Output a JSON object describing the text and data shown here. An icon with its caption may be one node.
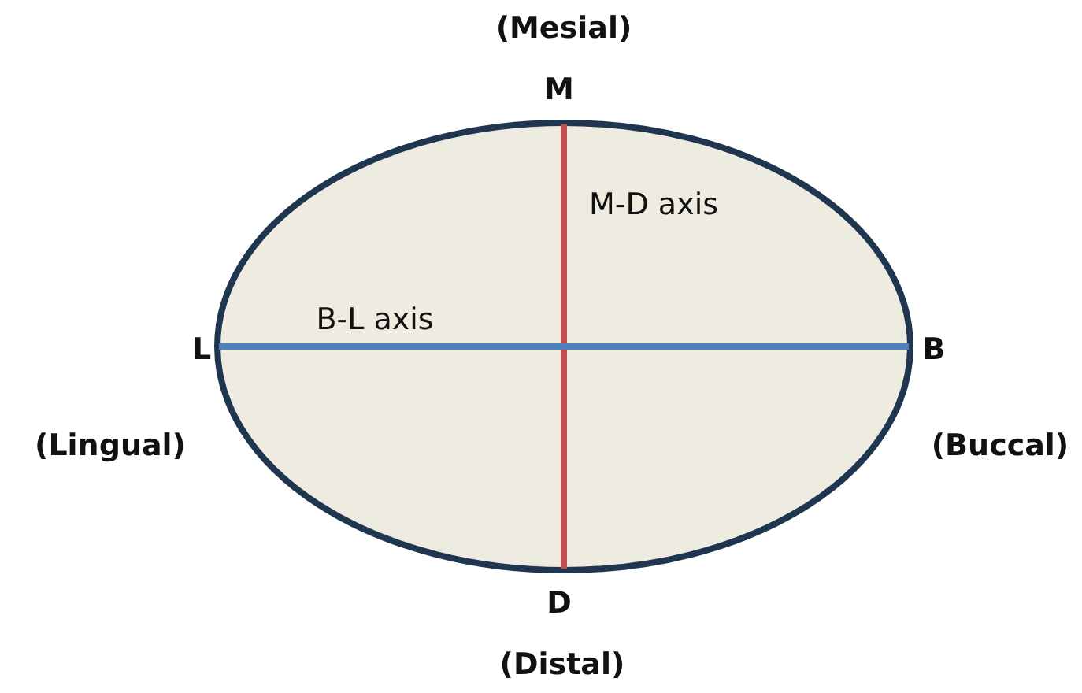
{
  "diagram": {
    "labels": [
      "(Mesial)",
      "M",
      "M-D axis",
      "L",
      "B-L axis",
      "B",
      "(Lingual)",
      "(Buccal)",
      "D",
      "(Distal)"
    ]
  }
}
